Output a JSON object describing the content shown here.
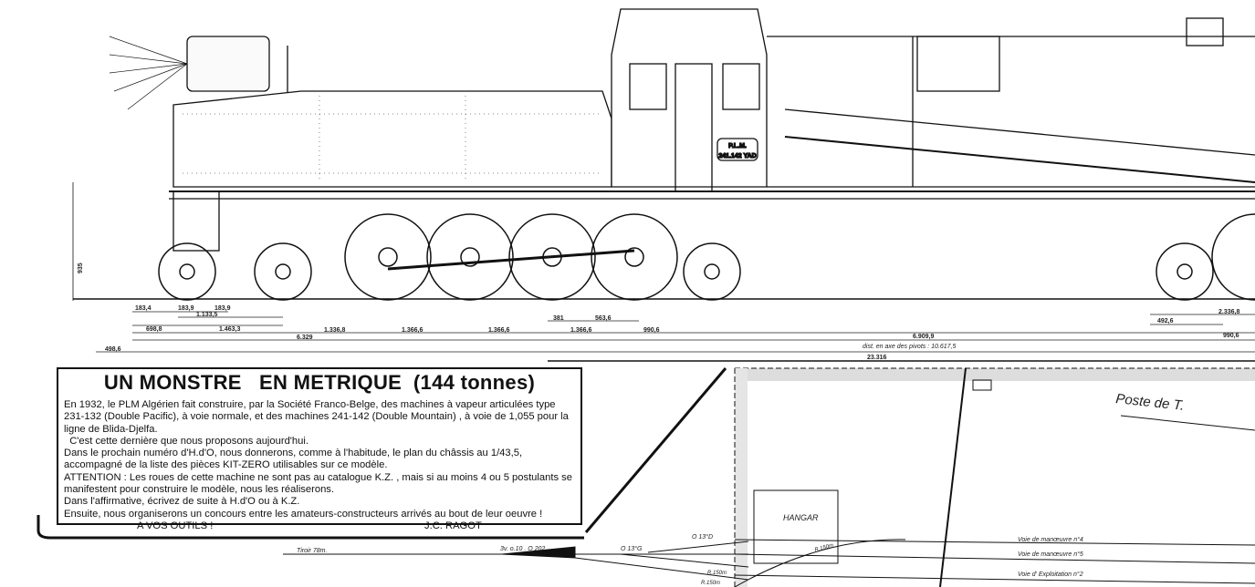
{
  "article": {
    "title": "UN MONSTRE   EN METRIQUE  (144 tonnes)",
    "paragraphs": [
      "En 1932, le PLM Algérien fait construire, par la Société Franco-Belge, des machines  à vapeur articulées type 231-132 (Double Pacific), à voie normale, et des machines 241-142 (Double Mountain) , à voie de  1,055 pour la ligne de Blida-Djelfa.",
      "  C'est cette dernière que nous proposons aujourd'hui.",
      "Dans le prochain numéro d'H.d'O, nous donnerons, comme à l'habitude, le plan du châssis au 1/43,5, accompagné de la liste des pièces KIT-ZERO utilisables sur ce modèle.",
      " ATTENTION : Les roues de cette machine ne sont pas au catalogue K.Z. , mais si au moins 4 ou 5 postulants se manifestent pour construire le modèle, nous les réaliserons.",
      " Dans l'affirmative, écrivez de suite à H.d'O ou à K.Z.",
      " Ensuite, nous organiserons un concours entre les amateurs-constructeurs arrivés au bout de leur oeuvre !"
    ],
    "closing": "A VOS OUTILS  !",
    "author": "J.C. RAGOT"
  },
  "locomotive": {
    "plate_line1": "P.L.M.",
    "plate_line2": "241.142 YAD",
    "dimensions": [
      "183,4",
      "183,9",
      "183,9",
      "1.133,5",
      "698,8",
      "1.463,3",
      "1.336,8",
      "1.366,6",
      "1.366,6",
      "1.366,6",
      "381",
      "563,6",
      "990,6",
      "6.329",
      "498,6",
      "6.909,9",
      "492,6",
      "2.336,8",
      "990,6",
      "23.316"
    ],
    "overall_note": "dist. en axe des pivots : 10.617,5",
    "height_note": "935"
  },
  "track_plan": {
    "labels": {
      "poste": "Poste de T.",
      "hangar": "HANGAR",
      "tiroir": "Tiroir  78m.",
      "switch_main": "3v. o.10 . O 202",
      "switch_g": "O 13°G",
      "switch_d": "O 13°D",
      "radius1": "R.150m",
      "radius2": "R.150m",
      "radius3": "R.150m",
      "voie4": "Voie  de  manœuvre  n°4",
      "voie5": "Voie  de  manœuvre  n°5",
      "voie2": "Voie  d' Exploitation  n°2"
    }
  }
}
